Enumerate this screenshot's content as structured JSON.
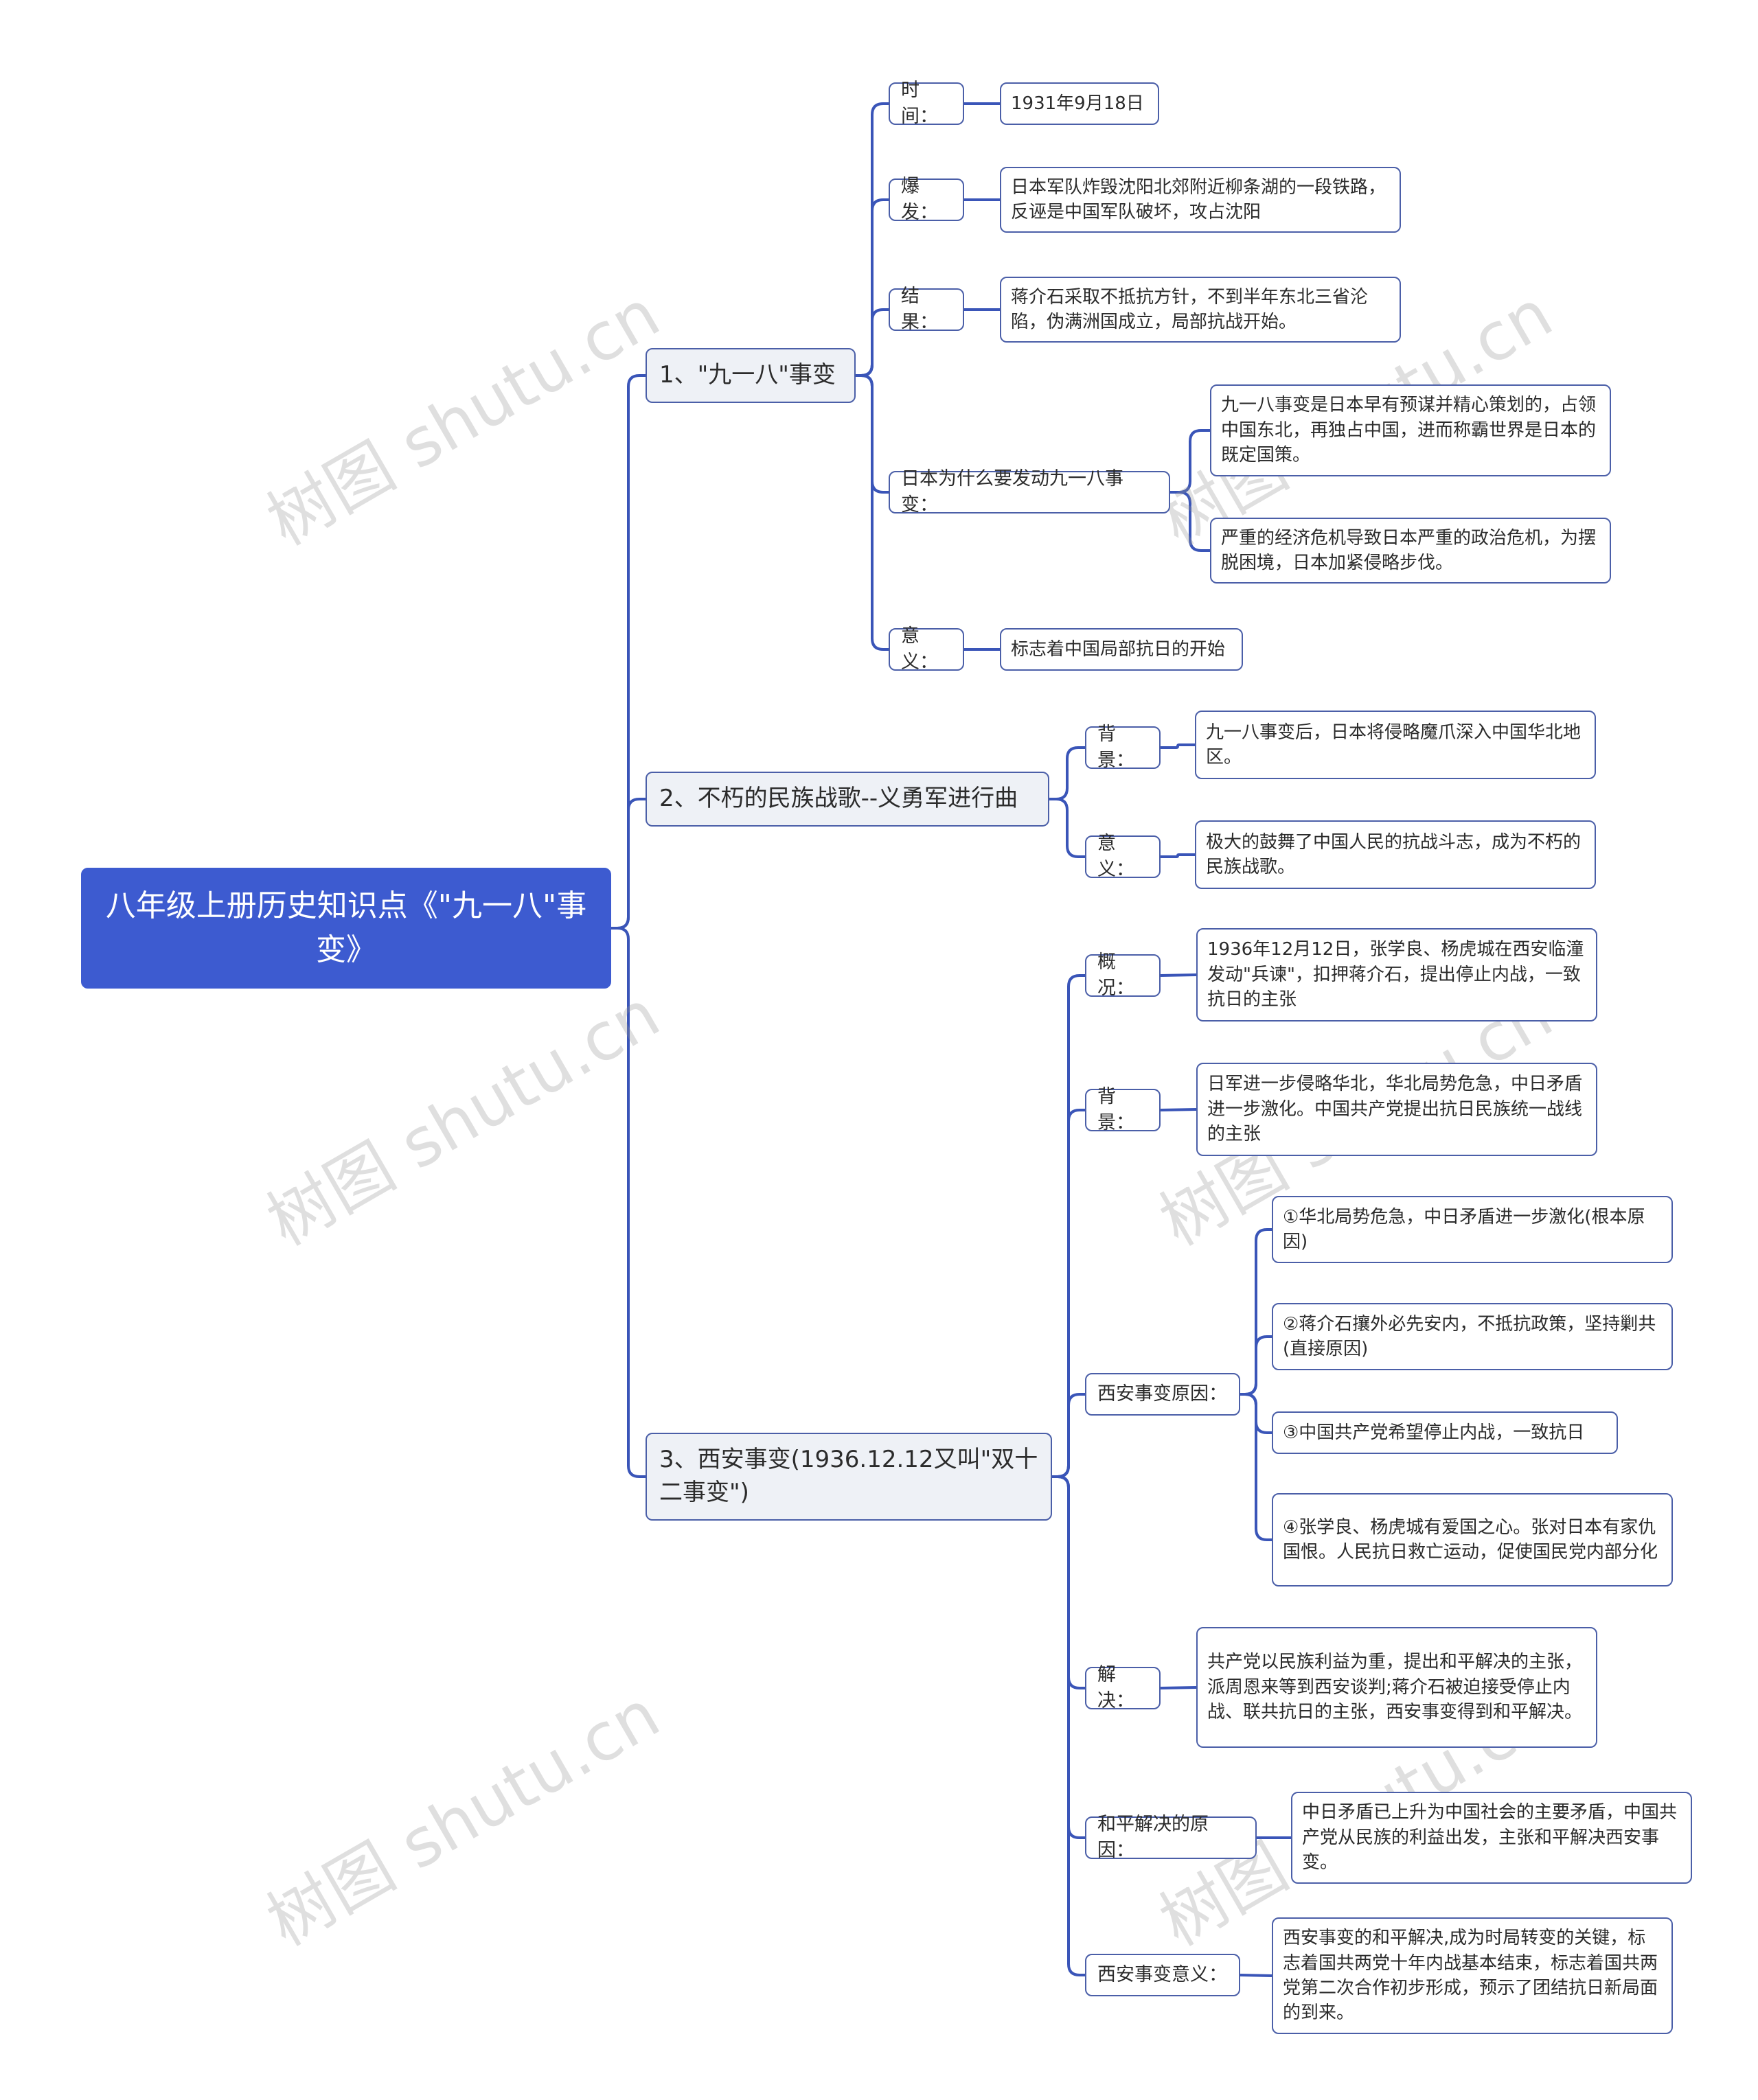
{
  "root": {
    "title": "八年级上册历史知识点《\"九一八\"事变》"
  },
  "branch1": {
    "title": "1、\"九一八\"事变",
    "time_label": "时间：",
    "time_value": "1931年9月18日",
    "outbreak_label": "爆发：",
    "outbreak_value": "日本军队炸毁沈阳北郊附近柳条湖的一段铁路，反诬是中国军队破坏，攻占沈阳",
    "result_label": "结果：",
    "result_value": "蒋介石采取不抵抗方针，不到半年东北三省沦陷，伪满洲国成立，局部抗战开始。",
    "why_label": "日本为什么要发动九一八事变：",
    "why_value_1": "九一八事变是日本早有预谋并精心策划的，占领中国东北，再独占中国，进而称霸世界是日本的既定国策。",
    "why_value_2": "严重的经济危机导致日本严重的政治危机，为摆脱困境，日本加紧侵略步伐。",
    "meaning_label": "意义：",
    "meaning_value": "标志着中国局部抗日的开始"
  },
  "branch2": {
    "title": "2、不朽的民族战歌--义勇军进行曲",
    "background_label": "背景：",
    "background_value": "九一八事变后，日本将侵略魔爪深入中国华北地区。",
    "meaning_label": "意义：",
    "meaning_value": "极大的鼓舞了中国人民的抗战斗志，成为不朽的民族战歌。"
  },
  "branch3": {
    "title": "3、西安事变(1936.12.12又叫\"双十二事变\")",
    "overview_label": "概况：",
    "overview_value": "1936年12月12日，张学良、杨虎城在西安临潼发动\"兵谏\"，扣押蒋介石，提出停止内战，一致抗日的主张",
    "background_label": "背景：",
    "background_value": "日军进一步侵略华北，华北局势危急，中日矛盾进一步激化。中国共产党提出抗日民族统一战线的主张",
    "causes_label": "西安事变原因：",
    "cause_1": "①华北局势危急，中日矛盾进一步激化(根本原因)",
    "cause_2": "②蒋介石攘外必先安内，不抵抗政策，坚持剿共(直接原因)",
    "cause_3": "③中国共产党希望停止内战，一致抗日",
    "cause_4": "④张学良、杨虎城有爱国之心。张对日本有家仇国恨。人民抗日救亡运动，促使国民党内部分化",
    "resolution_label": "解决：",
    "resolution_value": "共产党以民族利益为重，提出和平解决的主张，派周恩来等到西安谈判;蒋介石被迫接受停止内战、联共抗日的主张，西安事变得到和平解决。",
    "peace_reason_label": "和平解决的原因：",
    "peace_reason_value": "中日矛盾已上升为中国社会的主要矛盾，中国共产党从民族的利益出发，主张和平解决西安事变。",
    "significance_label": "西安事变意义：",
    "significance_value": "西安事变的和平解决,成为时局转变的关键，标志着国共两党十年内战基本结束，标志着国共两党第二次合作初步形成，预示了团结抗日新局面的到来。"
  },
  "watermark": "树图 shutu.cn",
  "colors": {
    "root_bg": "#3d5bd0",
    "line": "#3a55b8",
    "border": "#4b5fa8",
    "branch_bg": "#eef1f6"
  }
}
